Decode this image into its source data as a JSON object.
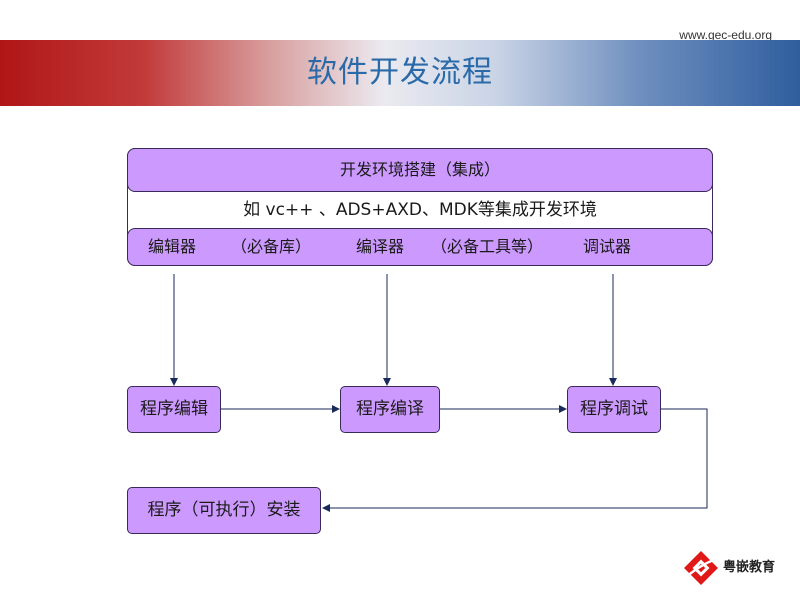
{
  "header": {
    "site_url": "www.gec-edu.org",
    "title": "软件开发流程"
  },
  "environment": {
    "title": "开发环境搭建（集成）",
    "examples": "如 vc++ 、ADS+AXD、MDK等集成开发环境",
    "tools": [
      "编辑器",
      "（必备库）",
      "编译器",
      "（必备工具等）",
      "调试器"
    ]
  },
  "steps": {
    "edit": "程序编辑",
    "compile": "程序编译",
    "debug": "程序调试",
    "install": "程序（可执行）安装"
  },
  "logo": {
    "text": "粤嵌教育",
    "colors": {
      "red": "#e01818",
      "dark": "#222222"
    }
  },
  "colors": {
    "box_fill": "#cc99ff",
    "box_border": "#3a2a5a",
    "title": "#2b6aa8",
    "band_red": "#b01616",
    "band_blue": "#2f5e9e",
    "connector": "#1a2a5a"
  }
}
